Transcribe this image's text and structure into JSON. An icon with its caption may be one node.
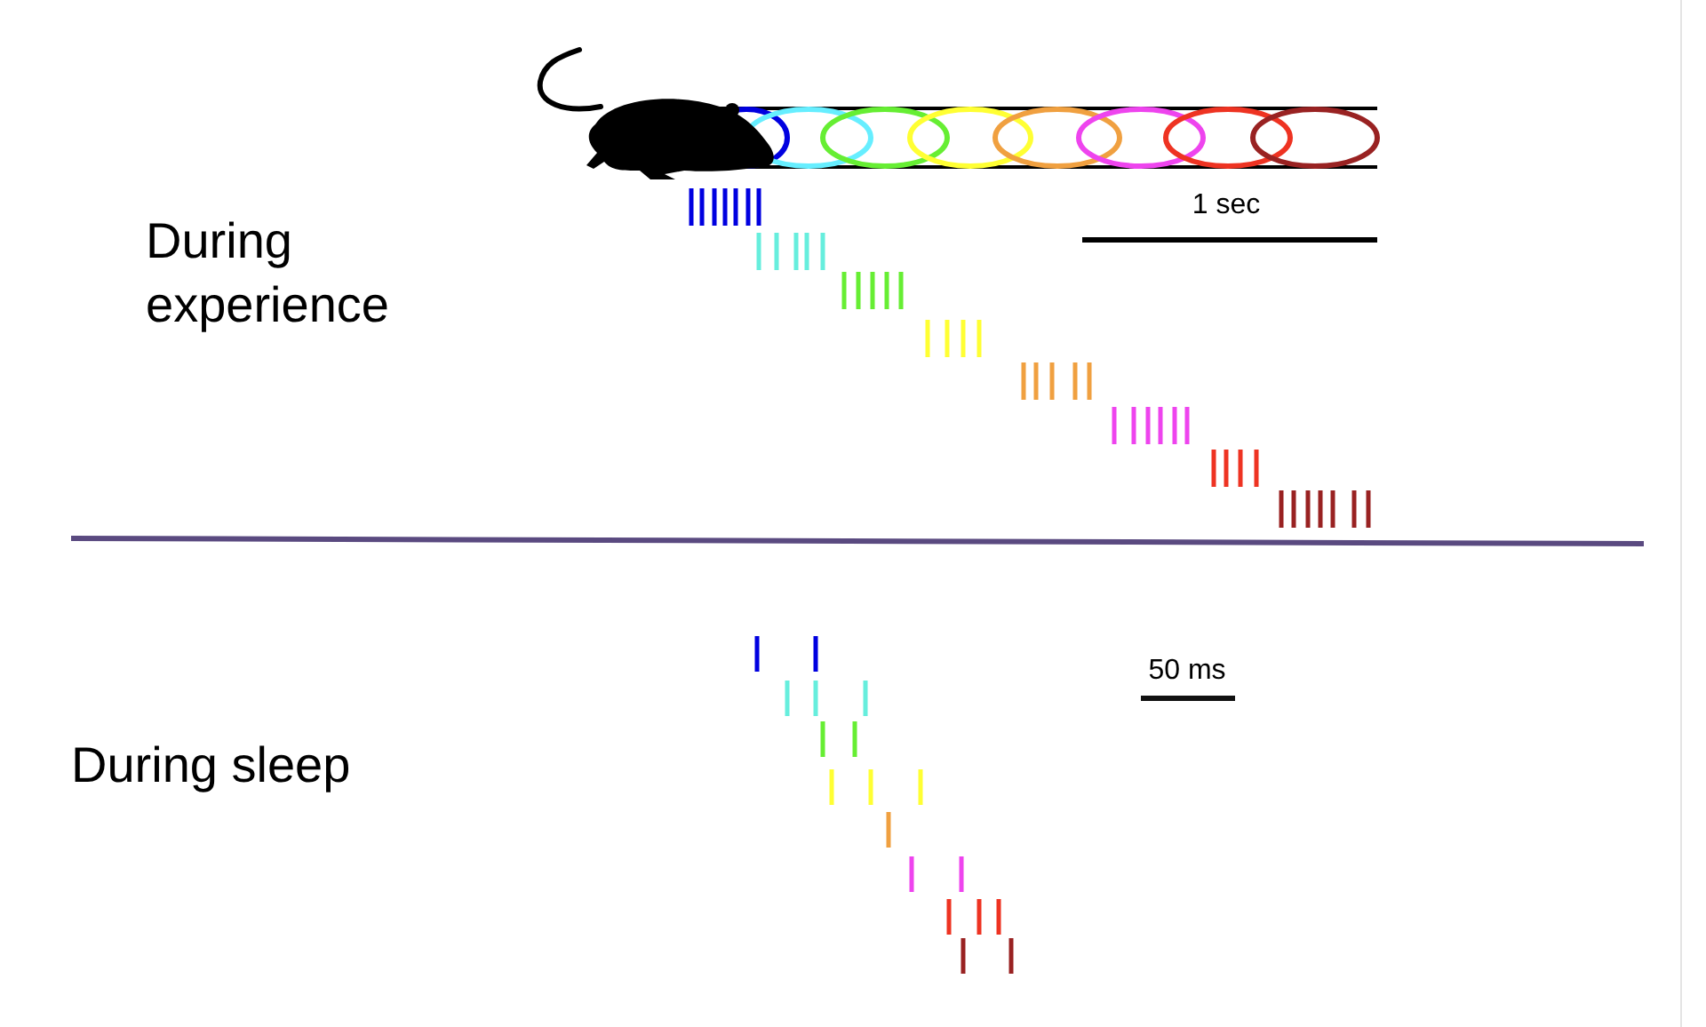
{
  "diagram": {
    "labels": [
      "During experience",
      "1 sec",
      "During sleep",
      "50 ms"
    ]
  }
}
